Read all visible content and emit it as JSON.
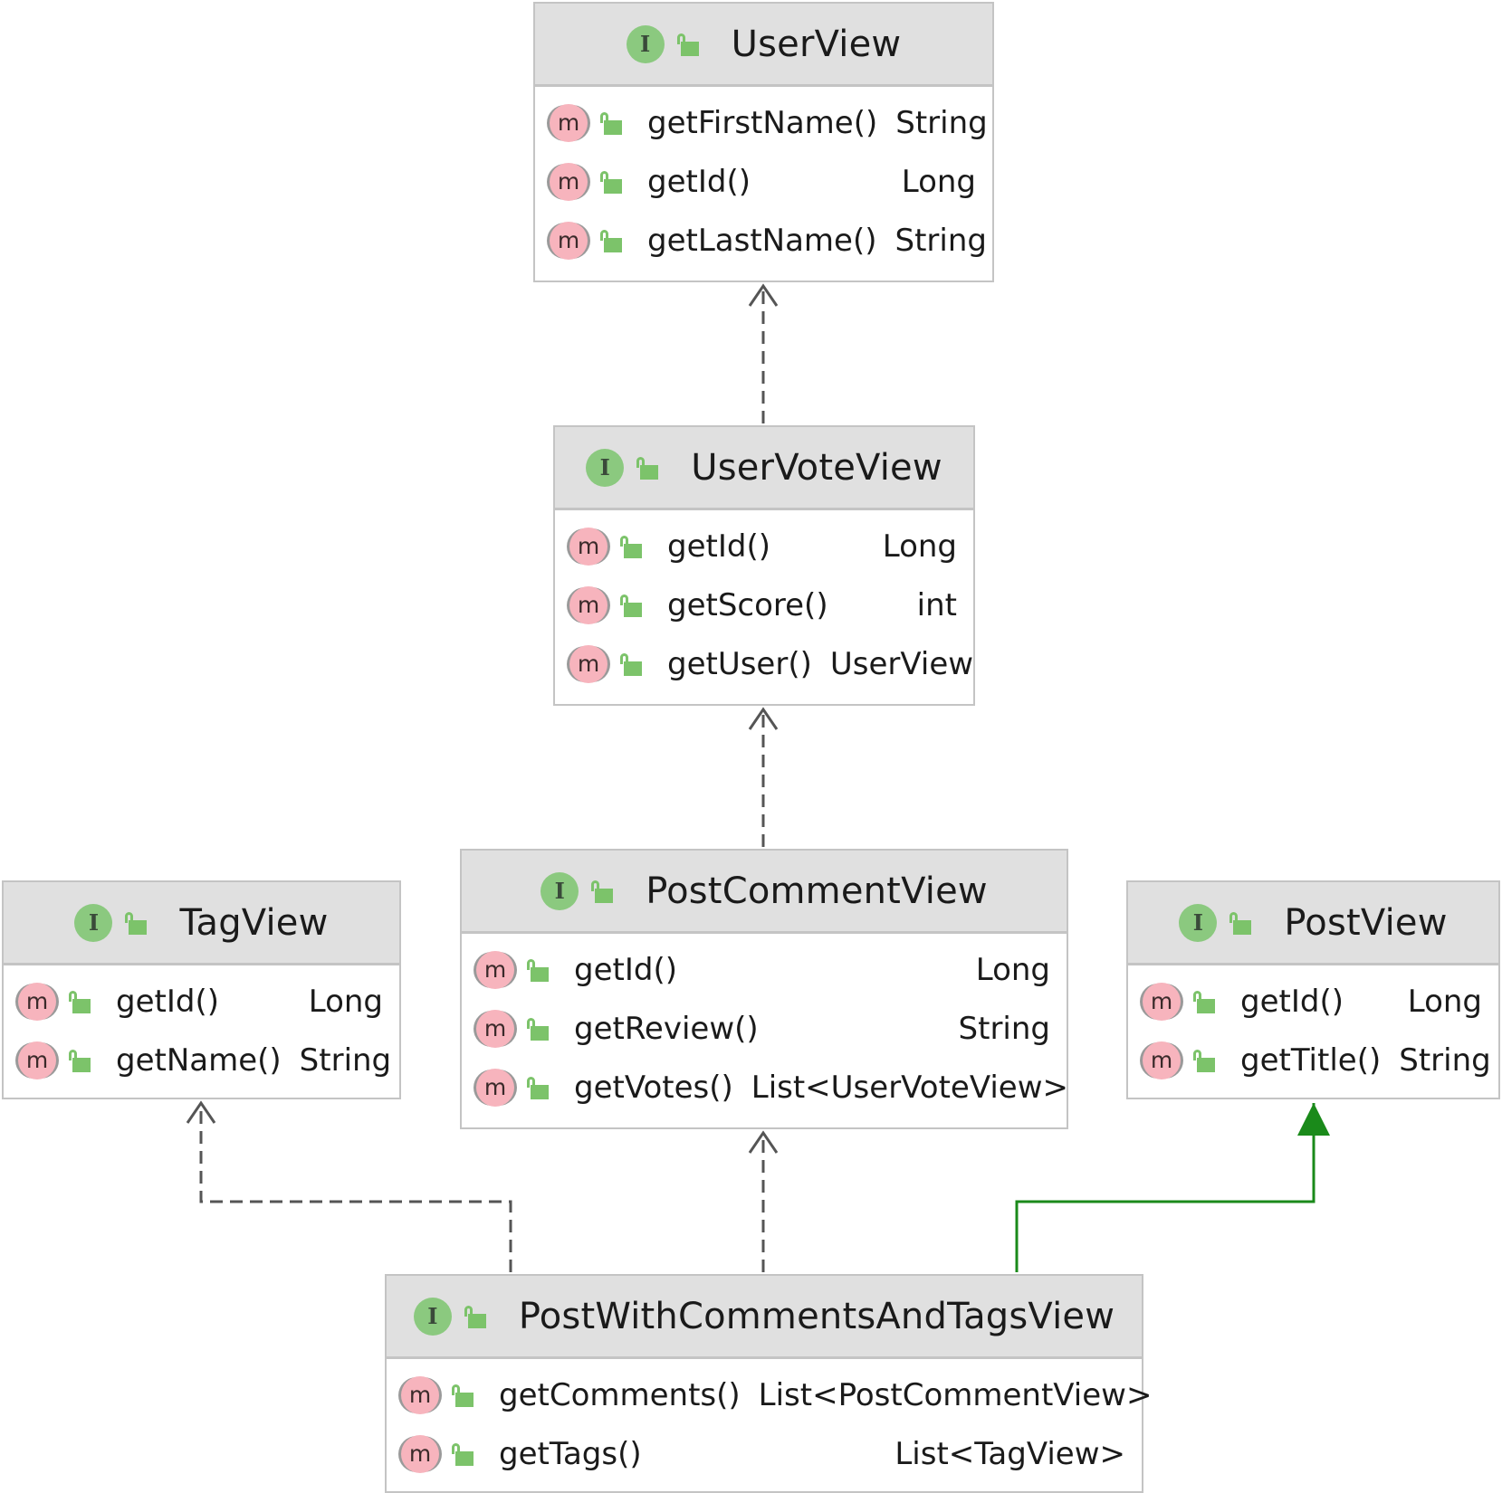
{
  "diagram": {
    "nodes": [
      {
        "id": "user-view",
        "name": "UserView",
        "kind": "interface",
        "members": [
          {
            "name": "getFirstName()",
            "type": "String"
          },
          {
            "name": "getId()",
            "type": "Long"
          },
          {
            "name": "getLastName()",
            "type": "String"
          }
        ]
      },
      {
        "id": "user-vote-view",
        "name": "UserVoteView",
        "kind": "interface",
        "members": [
          {
            "name": "getId()",
            "type": "Long"
          },
          {
            "name": "getScore()",
            "type": "int"
          },
          {
            "name": "getUser()",
            "type": "UserView"
          }
        ]
      },
      {
        "id": "tag-view",
        "name": "TagView",
        "kind": "interface",
        "members": [
          {
            "name": "getId()",
            "type": "Long"
          },
          {
            "name": "getName()",
            "type": "String"
          }
        ]
      },
      {
        "id": "post-comment-view",
        "name": "PostCommentView",
        "kind": "interface",
        "members": [
          {
            "name": "getId()",
            "type": "Long"
          },
          {
            "name": "getReview()",
            "type": "String"
          },
          {
            "name": "getVotes()",
            "type": "List<UserVoteView>"
          }
        ]
      },
      {
        "id": "post-view",
        "name": "PostView",
        "kind": "interface",
        "members": [
          {
            "name": "getId()",
            "type": "Long"
          },
          {
            "name": "getTitle()",
            "type": "String"
          }
        ]
      },
      {
        "id": "post-with-comments-and-tags-view",
        "name": "PostWithCommentsAndTagsView",
        "kind": "interface",
        "members": [
          {
            "name": "getComments()",
            "type": "List<PostCommentView>"
          },
          {
            "name": "getTags()",
            "type": "List<TagView>"
          }
        ]
      }
    ],
    "edges": [
      {
        "from": "user-vote-view",
        "to": "user-view",
        "kind": "dependency"
      },
      {
        "from": "post-comment-view",
        "to": "user-vote-view",
        "kind": "dependency"
      },
      {
        "from": "post-with-comments-and-tags-view",
        "to": "tag-view",
        "kind": "dependency"
      },
      {
        "from": "post-with-comments-and-tags-view",
        "to": "post-comment-view",
        "kind": "dependency"
      },
      {
        "from": "post-with-comments-and-tags-view",
        "to": "post-view",
        "kind": "extends"
      }
    ],
    "colors": {
      "header": "#e0e0e0",
      "border": "#c4c4c4",
      "interface_icon": "#8bc97f",
      "method_icon": "#f7b4bd",
      "visibility_icon": "#7cc36a",
      "dependency_edge": "#555555",
      "extends_edge": "#1a8a1a"
    }
  }
}
